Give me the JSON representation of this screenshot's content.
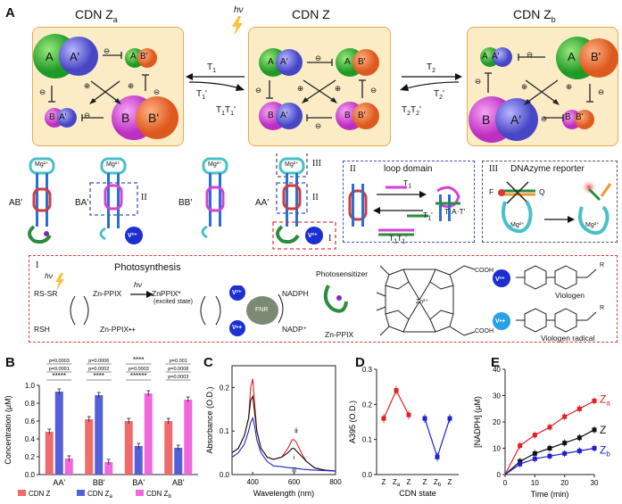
{
  "panels": {
    "A": "A",
    "B": "B",
    "C": "C",
    "D": "D",
    "E": "E"
  },
  "colors": {
    "green": "#3dbb3a",
    "blue": "#6a6ad8",
    "orange": "#f07a3a",
    "magenta": "#d64fd8",
    "box_fill": "#fbecc6",
    "box_border": "#e7a95a",
    "cdn_z": "#f06b6b",
    "cdn_za": "#5560d8",
    "cdn_zb": "#f067e0"
  },
  "panel_a": {
    "state_za": {
      "title": "CDN Z",
      "sub": "a"
    },
    "state_z": {
      "title": "CDN Z"
    },
    "state_zb": {
      "title": "CDN Z",
      "sub": "b"
    },
    "hv": "hν",
    "left_arrows": {
      "top": "T",
      "top_sub": "1",
      "mid": "T",
      "mid_sub": "1",
      "mid_prime": "'",
      "bottom": "T",
      "bottom_sub": "1",
      "bottom2": "T",
      "bottom2_sub": "1",
      "bottom_prime": "'"
    },
    "right_arrows": {
      "top": "T",
      "top_sub": "2",
      "mid": "T",
      "mid_sub": "2",
      "mid_prime": "'",
      "bottom": "T",
      "bottom_sub": "2",
      "bottom2": "T",
      "bottom2_sub": "2",
      "bottom_prime": "'"
    },
    "species": {
      "a": "A",
      "ap": "A'",
      "b": "B",
      "bp": "B'"
    },
    "symbols": {
      "inhibit": "⊖",
      "activate": "⊕"
    },
    "constructs": [
      "AB'",
      "BA'",
      "BB'",
      "AA'"
    ],
    "labels": {
      "mg": "Mg²⁺",
      "v": "V²⁺",
      "roman_i": "I",
      "roman_ii": "II",
      "roman_iii": "III"
    },
    "loop_domain": {
      "title": "II",
      "subtitle": "loop domain",
      "t1": "T",
      "t1_sub": "1",
      "t1p": "T",
      "t1p_sub": "1",
      "complex": "T·A·T'",
      "bottom": "T",
      "bottom_sub": "1",
      "bottom2": "T",
      "bottom2_sub": "1"
    },
    "dnazyme": {
      "title": "III",
      "subtitle": "DNAzyme reporter",
      "f": "F",
      "q": "Q",
      "mg": "Mg²⁺"
    },
    "photo": {
      "title": "I",
      "heading": "Photosynthesis",
      "hv": "hν",
      "rssr": "RS-SR",
      "rsh": "RSH",
      "znppix": "Zn-PPIX",
      "arrow_hv": "hν",
      "excited": "ZnPPIX*",
      "excited_note": "(excited state)",
      "v2": "V²⁺",
      "v1": "V•+",
      "fnr": "FNR",
      "radical": "Zn-PPIX•+",
      "nadph": "NADPH",
      "nadp": "NADP⁺",
      "photosensitizer": "Photosensitizer",
      "znppix_label": "Zn-PPIX",
      "zn": "Zn²⁺",
      "cooh": "COOH",
      "viologen": "Viologen",
      "viologen_radical": "Viologen radical",
      "r": "R"
    }
  },
  "chart_data": [
    {
      "type": "bar",
      "panel": "B",
      "ylabel": "Concentration (μM)",
      "ylim": [
        0,
        1.0
      ],
      "yticks": [
        "0.0",
        "0.2",
        "0.4",
        "0.6",
        "0.8",
        "1.0"
      ],
      "categories": [
        "AA'",
        "BB'",
        "BA'",
        "AB'"
      ],
      "series": [
        {
          "name": "CDN Z",
          "color": "#f06b6b",
          "values": [
            0.48,
            0.62,
            0.6,
            0.6
          ]
        },
        {
          "name": "CDN Z",
          "name_sub": "a",
          "color": "#5560d8",
          "values": [
            0.93,
            0.89,
            0.32,
            0.3
          ]
        },
        {
          "name": "CDN Z",
          "name_sub": "b",
          "color": "#f067e0",
          "values": [
            0.18,
            0.14,
            0.91,
            0.84
          ]
        }
      ],
      "significance": [
        [
          "p=0.0003",
          "p=0.0001",
          "*****"
        ],
        [
          "p=0.0006",
          "p=0.0002",
          "****"
        ],
        [
          "****",
          "p=0.0003",
          "******"
        ],
        [
          "p=0.001",
          "p=0.0008",
          "p=0.0003"
        ]
      ]
    },
    {
      "type": "line",
      "panel": "C",
      "xlabel": "Wavelength (nm)",
      "ylabel": "Absorbance (O.D.)",
      "xlim": [
        300,
        800
      ],
      "ylim": [
        0,
        0.25
      ],
      "xticks": [
        "400",
        "600",
        "800"
      ],
      "yticks": [
        "0.0",
        "0.1",
        "0.2"
      ],
      "annotations": {
        "i": "i",
        "ii": "ii",
        "iii": "iii"
      },
      "series": [
        {
          "color": "#e02020",
          "x": [
            300,
            330,
            360,
            380,
            390,
            400,
            410,
            420,
            440,
            470,
            500,
            540,
            570,
            590,
            600,
            610,
            620,
            640,
            660,
            700,
            750,
            800
          ],
          "y": [
            0.05,
            0.06,
            0.09,
            0.13,
            0.2,
            0.22,
            0.16,
            0.1,
            0.06,
            0.04,
            0.035,
            0.04,
            0.06,
            0.08,
            0.08,
            0.075,
            0.065,
            0.045,
            0.03,
            0.015,
            0.01,
            0.008
          ]
        },
        {
          "color": "#111111",
          "x": [
            300,
            330,
            360,
            380,
            390,
            400,
            410,
            420,
            440,
            470,
            500,
            540,
            570,
            590,
            600,
            610,
            620,
            640,
            660,
            700,
            750,
            800
          ],
          "y": [
            0.05,
            0.06,
            0.09,
            0.13,
            0.17,
            0.18,
            0.14,
            0.1,
            0.06,
            0.04,
            0.035,
            0.04,
            0.05,
            0.06,
            0.06,
            0.055,
            0.05,
            0.04,
            0.03,
            0.015,
            0.01,
            0.008
          ]
        },
        {
          "color": "#2020d0",
          "x": [
            300,
            330,
            360,
            380,
            390,
            400,
            410,
            420,
            440,
            470,
            500,
            540,
            570,
            600,
            640,
            700,
            800
          ],
          "y": [
            0.04,
            0.05,
            0.07,
            0.1,
            0.12,
            0.13,
            0.11,
            0.08,
            0.05,
            0.03,
            0.02,
            0.018,
            0.016,
            0.015,
            0.012,
            0.01,
            0.008
          ]
        }
      ]
    },
    {
      "type": "line",
      "panel": "D",
      "xlabel": "CDN state",
      "ylabel": "A395 (O.D.)",
      "ylim": [
        0.0,
        0.3
      ],
      "yticks": [
        "0.0",
        "0.1",
        "0.2",
        "0.3"
      ],
      "xticklabels": [
        "Z",
        "Z",
        "Z",
        "Z",
        "Z",
        "Z"
      ],
      "xticksubs": [
        "",
        "a",
        "",
        "",
        "b",
        ""
      ],
      "series": [
        {
          "color": "#e02020",
          "y": [
            0.16,
            0.24,
            0.17
          ]
        },
        {
          "color": "#2020d0",
          "y": [
            0.16,
            0.05,
            0.16
          ]
        }
      ]
    },
    {
      "type": "line",
      "panel": "E",
      "xlabel": "Time (min)",
      "ylabel": "[NADPH] (μM)",
      "xlim": [
        0,
        30
      ],
      "ylim": [
        0,
        40
      ],
      "xticks": [
        "0",
        "10",
        "20",
        "30"
      ],
      "yticks": [
        "0",
        "10",
        "20",
        "30",
        "40"
      ],
      "series": [
        {
          "name": "Z",
          "name_sub": "a",
          "color": "#e02020",
          "x": [
            5,
            10,
            15,
            20,
            25,
            30
          ],
          "y": [
            11,
            15,
            18,
            22,
            25,
            28
          ]
        },
        {
          "name": "Z",
          "color": "#111111",
          "x": [
            5,
            10,
            15,
            20,
            25,
            30
          ],
          "y": [
            5,
            8,
            10,
            12,
            14,
            17
          ]
        },
        {
          "name": "Z",
          "name_sub": "b",
          "color": "#2020d0",
          "x": [
            5,
            10,
            15,
            20,
            25,
            30
          ],
          "y": [
            4,
            6,
            7,
            8,
            9,
            10
          ]
        }
      ]
    }
  ]
}
